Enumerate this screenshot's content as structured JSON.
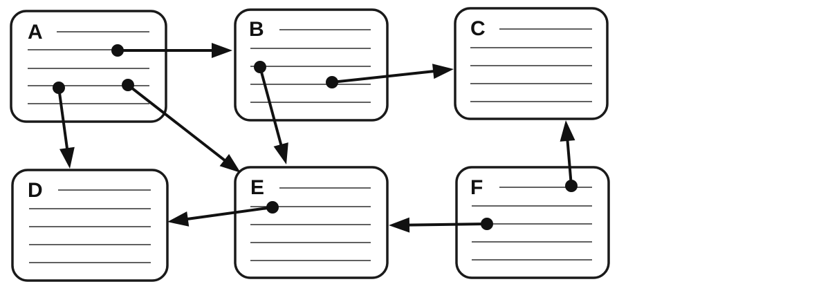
{
  "cards": [
    {
      "id": "A",
      "label": "A"
    },
    {
      "id": "B",
      "label": "B"
    },
    {
      "id": "C",
      "label": "C"
    },
    {
      "id": "D",
      "label": "D"
    },
    {
      "id": "E",
      "label": "E"
    },
    {
      "id": "F",
      "label": "F"
    }
  ],
  "links": [
    {
      "from": "A",
      "to": "B"
    },
    {
      "from": "A",
      "to": "D"
    },
    {
      "from": "A",
      "to": "E"
    },
    {
      "from": "B",
      "to": "C"
    },
    {
      "from": "B",
      "to": "E"
    },
    {
      "from": "E",
      "to": "D"
    },
    {
      "from": "F",
      "to": "E"
    },
    {
      "from": "F",
      "to": "C"
    }
  ],
  "colors": {
    "ink": "#111111",
    "paper": "#ffffff"
  }
}
